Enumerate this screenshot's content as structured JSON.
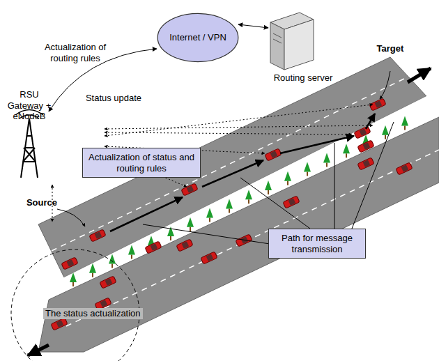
{
  "diagram": {
    "nodes": [
      {
        "text": [
          "Internet / VPN"
        ]
      },
      {
        "text": [
          "Actualization of status and routing rules"
        ]
      },
      {
        "text": [
          "Path for message transmission"
        ]
      }
    ],
    "labels": [
      "Actualization of routing rules",
      "Status update",
      "RSU Gateway + eNodeB",
      "Routing server",
      "Target",
      "Source",
      "The status actualization"
    ]
  }
}
